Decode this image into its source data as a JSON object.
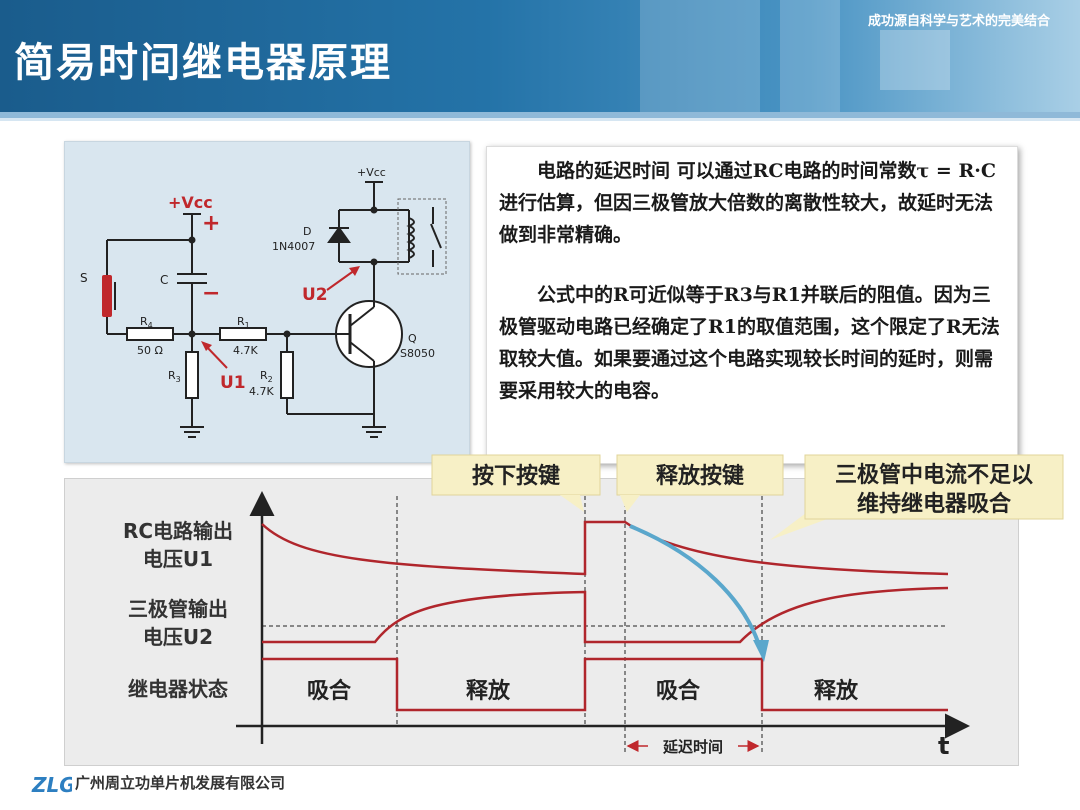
{
  "header": {
    "title": "简易时间继电器原理",
    "slogan": "成功源自科学与艺术的完美结合"
  },
  "circuit": {
    "vcc_left": "+Vcc",
    "plus": "+",
    "minus": "−",
    "switch": "S",
    "capacitor": "C",
    "r4_label": "R",
    "r4_sub": "4",
    "r4_value": "50 Ω",
    "r1_label": "R",
    "r1_sub": "1",
    "r1_value": "4.7K",
    "r3_label": "R",
    "r3_sub": "3",
    "r2_label": "R",
    "r2_sub": "2",
    "r2_value": "4.7K",
    "u1": "U1",
    "u2": "U2",
    "vcc_right": "+Vcc",
    "diode": "D",
    "diode_model": "1N4007",
    "transistor": "Q",
    "transistor_model": "S8050"
  },
  "explanation": {
    "para1": "电路的延迟时间 可以通过RC电路的时间常数τ = R·C进行估算，但因三极管放大倍数的离散性较大，故延时无法做到非常精确。",
    "para2": "公式中的R可近似等于R3与R1并联后的阻值。因为三极管驱动电路已经确定了R1的取值范围，这个限定了R无法取较大值。如果要通过这个电路实现较长时间的延时，则需要采用较大的电容。"
  },
  "timing": {
    "row1_line1": "RC电路输出",
    "row1_line2": "电压U1",
    "row2_line1": "三极管输出",
    "row2_line2": "电压U2",
    "row3": "继电器状态",
    "state1": "吸合",
    "state2": "释放",
    "state3": "吸合",
    "state4": "释放",
    "callout_press": "按下按键",
    "callout_release": "释放按键",
    "callout_current_1": "三极管中电流不足以",
    "callout_current_2": "维持继电器吸合",
    "delay": "延迟时间",
    "time_axis": "t"
  },
  "footer": {
    "company": "广州周立功单片机发展有限公司",
    "logo": "ZLG"
  },
  "colors": {
    "waveform": "#b0262c",
    "arrow": "#5aa7cc",
    "callout_bg": "#f7f0c6",
    "red_label": "#c0282c"
  }
}
